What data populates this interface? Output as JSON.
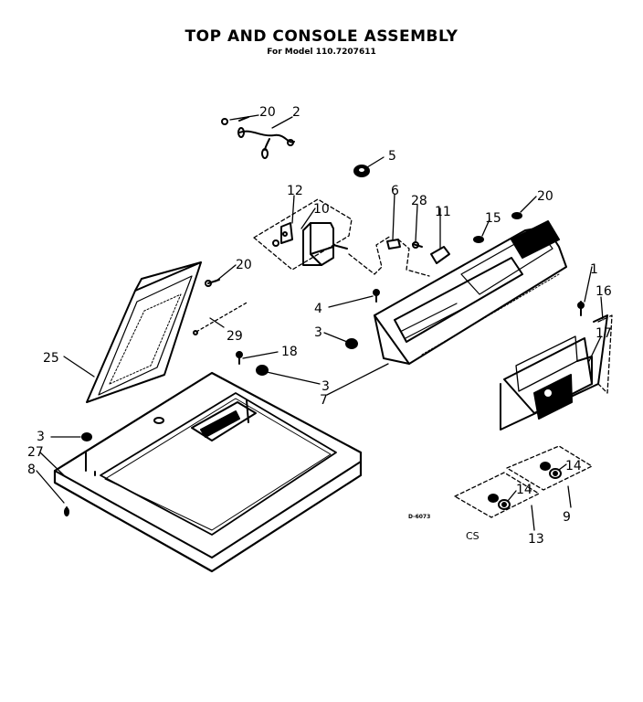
{
  "title": "TOP AND CONSOLE ASSEMBLY",
  "subtitle": "For Model 110.7207611",
  "drawing_code": "D-6073",
  "section_code": "CS",
  "parts": [
    {
      "label": "20"
    },
    {
      "label": "2"
    },
    {
      "label": "5"
    },
    {
      "label": "12"
    },
    {
      "label": "10"
    },
    {
      "label": "6"
    },
    {
      "label": "28"
    },
    {
      "label": "11"
    },
    {
      "label": "15"
    },
    {
      "label": "20"
    },
    {
      "label": "20"
    },
    {
      "label": "4"
    },
    {
      "label": "3"
    },
    {
      "label": "29"
    },
    {
      "label": "18"
    },
    {
      "label": "3"
    },
    {
      "label": "7"
    },
    {
      "label": "1"
    },
    {
      "label": "16"
    },
    {
      "label": "17"
    },
    {
      "label": "25"
    },
    {
      "label": "3"
    },
    {
      "label": "27"
    },
    {
      "label": "8"
    },
    {
      "label": "14"
    },
    {
      "label": "9"
    },
    {
      "label": "14"
    },
    {
      "label": "13"
    }
  ]
}
